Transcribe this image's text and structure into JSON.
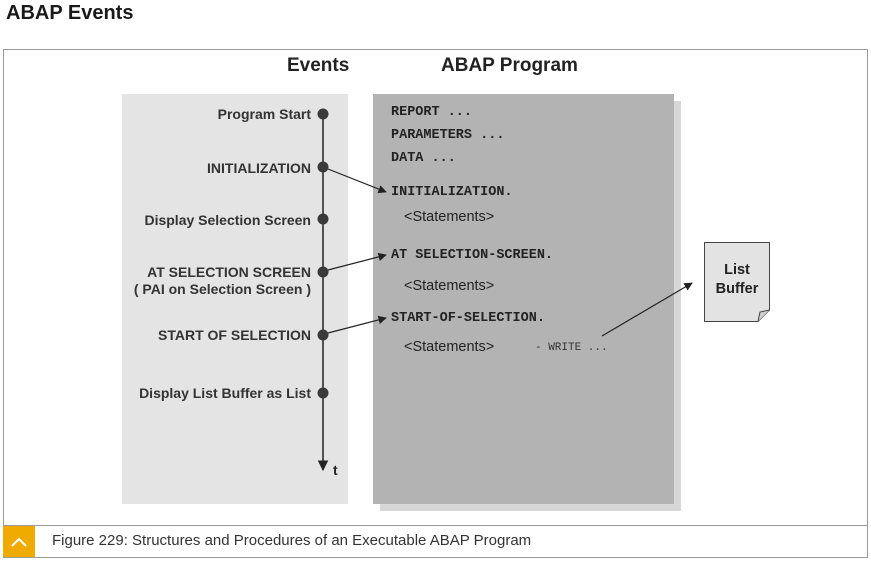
{
  "page": {
    "title": "ABAP Events"
  },
  "diagram": {
    "events_header": "Events",
    "program_header": "ABAP Program",
    "events": [
      {
        "label": "Program Start"
      },
      {
        "label": "INITIALIZATION"
      },
      {
        "label": "Display Selection Screen"
      },
      {
        "label": "AT SELECTION SCREEN",
        "sublabel": "( PAI on Selection Screen )"
      },
      {
        "label": "START OF SELECTION"
      },
      {
        "label": "Display List Buffer as List"
      }
    ],
    "timeline_label": "t",
    "program_lines": {
      "report": "REPORT ...",
      "parameters": "PARAMETERS ...",
      "data": "DATA ...",
      "initialization": "INITIALIZATION.",
      "stmt1": "<Statements>",
      "at_selection_screen": "AT SELECTION-SCREEN.",
      "stmt2": "<Statements>",
      "start_of_selection": "START-OF-SELECTION.",
      "stmt3": "<Statements>",
      "write": "- WRITE ..."
    },
    "list_buffer": {
      "line1": "List",
      "line2": "Buffer"
    }
  },
  "caption": {
    "text": "Figure 229: Structures and Procedures of an Executable ABAP Program",
    "icon": "chevron-up-icon",
    "accent_color": "#f0ab00"
  }
}
